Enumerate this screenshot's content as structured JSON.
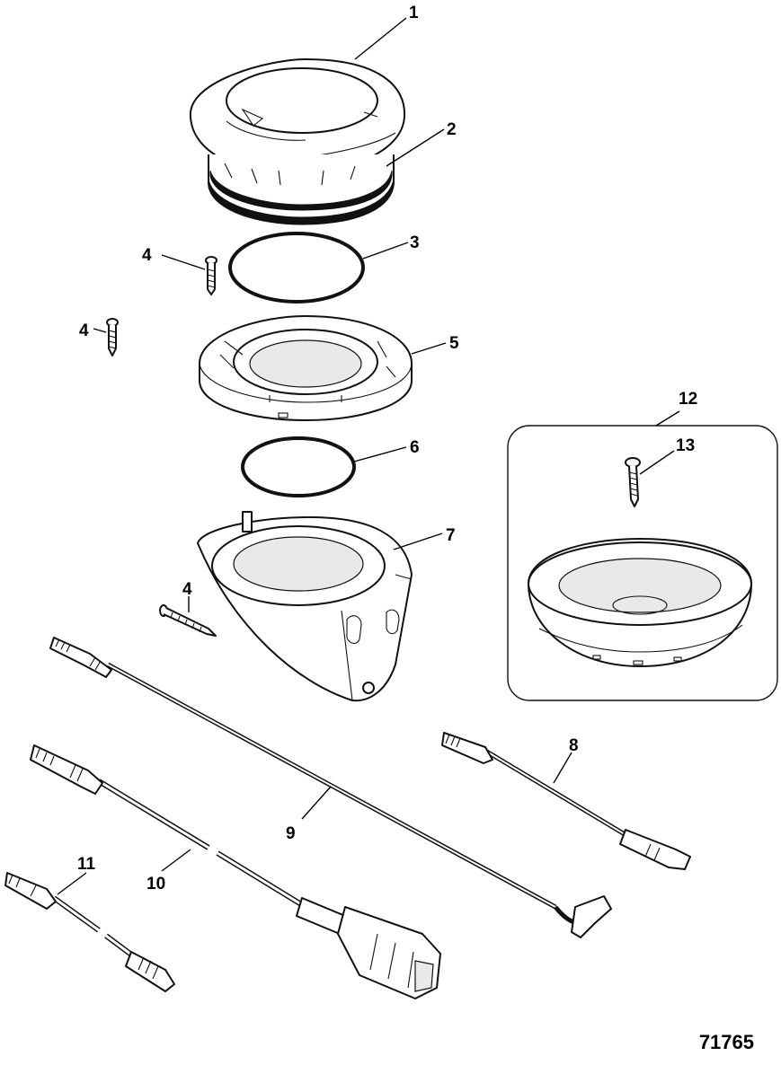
{
  "figure_id": "71765",
  "callouts": {
    "c1": "1",
    "c2": "2",
    "c3": "3",
    "c4a": "4",
    "c4b": "4",
    "c4c": "4",
    "c5": "5",
    "c6": "6",
    "c7": "7",
    "c8": "8",
    "c9": "9",
    "c10": "10",
    "c11": "11",
    "c12": "12",
    "c13": "13"
  }
}
